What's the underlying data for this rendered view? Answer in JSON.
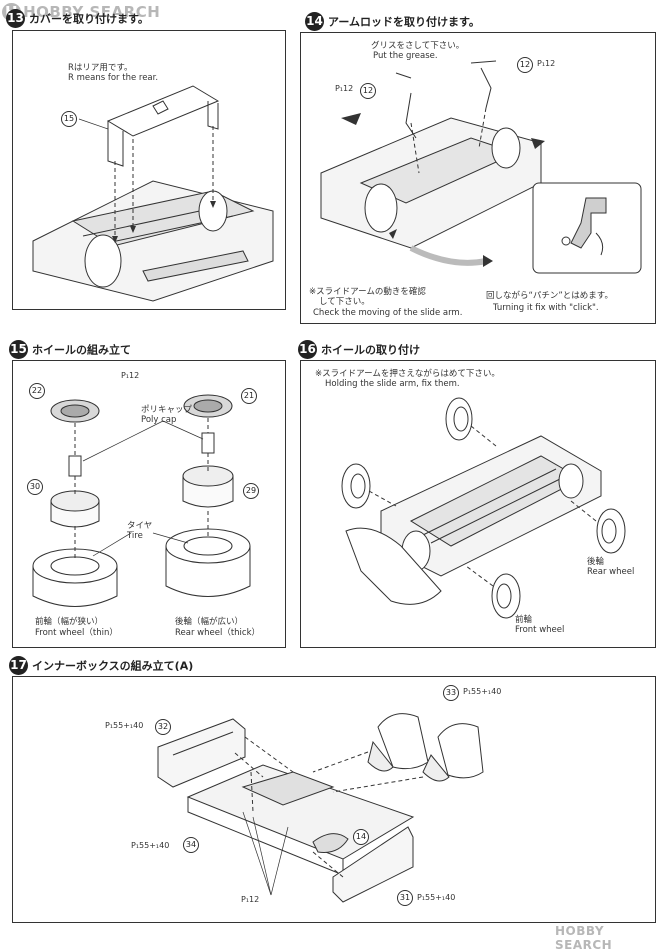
{
  "watermark": {
    "top": "HOBBY SEARCH",
    "bottom": "HOBBY SEARCH"
  },
  "step13": {
    "number": "13",
    "title": "カバーを取り付けます。",
    "note_jp": "Rはリア用です。",
    "note_en": "R means for the rear.",
    "part": "15"
  },
  "step14": {
    "number": "14",
    "title": "アームロッドを取り付けます。",
    "grease_jp": "グリスをさして下さい。",
    "grease_en": "Put the grease.",
    "part_left": "12",
    "part_right": "12",
    "ref_left": "P₁12",
    "ref_right": "P₁12",
    "check_jp_1": "※スライドアームの動きを確認",
    "check_jp_2": "して下さい。",
    "check_en": "Check the moving of the slide arm.",
    "turn_jp": "回しながら“パチン”とはめます。",
    "turn_en": "Turning it fix with \"click\"."
  },
  "step15": {
    "number": "15",
    "title": "ホイールの組み立て",
    "ref": "P₁12",
    "part_22": "22",
    "part_21": "21",
    "part_30": "30",
    "part_29": "29",
    "polycap_jp": "ポリキャップ",
    "polycap_en": "Poly cap",
    "tire_jp": "タイヤ",
    "tire_en": "Tire",
    "front_jp": "前輪（幅が狭い）",
    "front_en": "Front wheel（thin）",
    "rear_jp": "後輪（幅が広い）",
    "rear_en": "Rear wheel（thick）"
  },
  "step16": {
    "number": "16",
    "title": "ホイールの取り付け",
    "note_jp": "※スライドアームを押さえながらはめて下さい。",
    "note_en": "Holding the slide arm, fix them.",
    "rear_jp": "後輪",
    "rear_en": "Rear wheel",
    "front_jp": "前輪",
    "front_en": "Front wheel"
  },
  "step17": {
    "number": "17",
    "title": "インナーボックスの組み立て(A)",
    "part_33": "33",
    "part_32": "32",
    "part_34": "34",
    "part_14": "14",
    "part_31": "31",
    "ref_33": "P₁55+₁40",
    "ref_32": "P₁55+₁40",
    "ref_34": "P₁55+₁40",
    "ref_31": "P₁55+₁40",
    "ref_12": "P₁12"
  }
}
